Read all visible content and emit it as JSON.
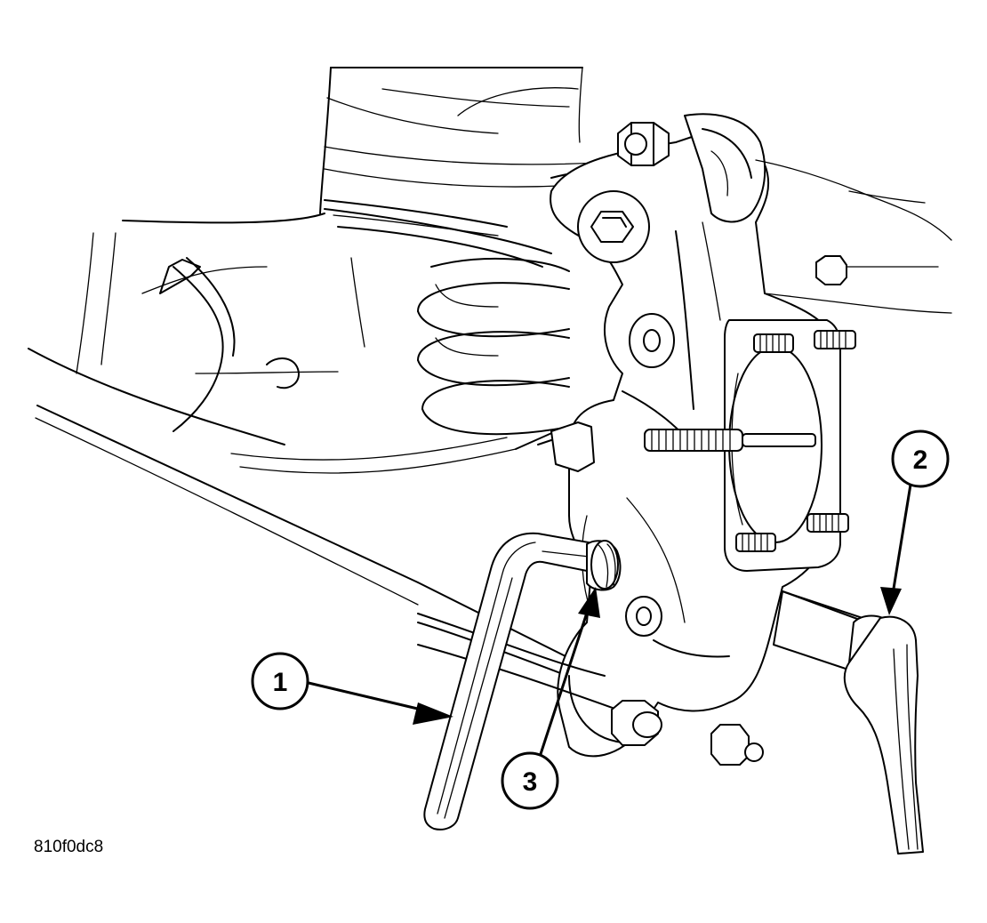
{
  "figure": {
    "reference_code": "810f0dc8"
  },
  "callouts": [
    {
      "number": "1",
      "part": "hex-key-tool"
    },
    {
      "number": "2",
      "part": "wrench"
    },
    {
      "number": "3",
      "part": "adjustment-bushing"
    }
  ],
  "colors": {
    "line": "#000000",
    "background": "#ffffff"
  }
}
